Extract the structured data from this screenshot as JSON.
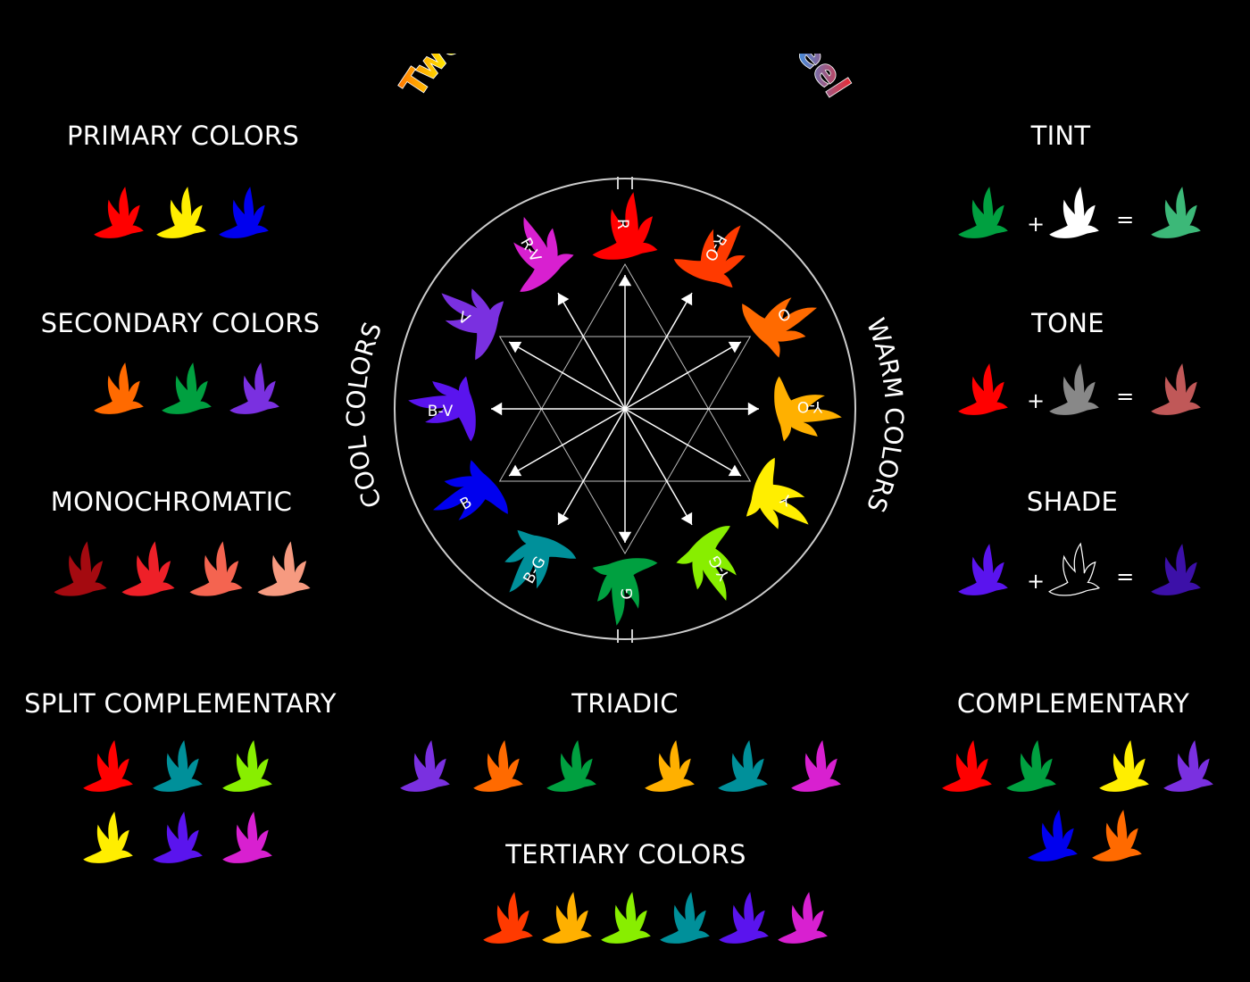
{
  "title": "Twelve Steps Color Wheel",
  "side_labels": {
    "cool": "COOL COLORS",
    "warm": "WARM COLORS"
  },
  "wheel": [
    {
      "label": "R",
      "color": "#ff0000"
    },
    {
      "label": "R-O",
      "color": "#ff3a00"
    },
    {
      "label": "O",
      "color": "#ff6a00"
    },
    {
      "label": "Y-O",
      "color": "#ffb000"
    },
    {
      "label": "Y",
      "color": "#ffee00"
    },
    {
      "label": "Y-G",
      "color": "#88ee00"
    },
    {
      "label": "G",
      "color": "#00a040"
    },
    {
      "label": "B-G",
      "color": "#00909a"
    },
    {
      "label": "B",
      "color": "#0000ee"
    },
    {
      "label": "B-V",
      "color": "#5a14ee"
    },
    {
      "label": "V",
      "color": "#7a30e0"
    },
    {
      "label": "R-V",
      "color": "#d820d0"
    }
  ],
  "sections": {
    "primary": {
      "title": "PRIMARY COLORS",
      "colors": [
        "#ff0000",
        "#ffee00",
        "#0000ee"
      ]
    },
    "secondary": {
      "title": "SECONDARY COLORS",
      "colors": [
        "#ff6a00",
        "#00a040",
        "#7a30e0"
      ]
    },
    "monochromatic": {
      "title": "MONOCHROMATIC",
      "colors": [
        "#a40a10",
        "#ee2028",
        "#f46450",
        "#f69a80"
      ]
    },
    "split_complementary": {
      "title": "SPLIT COMPLEMENTARY",
      "rows": [
        [
          "#ff0000",
          "#00909a",
          "#88ee00"
        ],
        [
          "#ffee00",
          "#5a14ee",
          "#d820d0"
        ]
      ]
    },
    "triadic": {
      "title": "TRIADIC",
      "groups": [
        [
          "#7a30e0",
          "#ff6a00",
          "#00a040"
        ],
        [
          "#ffb000",
          "#00909a",
          "#d820d0"
        ]
      ]
    },
    "tertiary": {
      "title": "TERTIARY COLORS",
      "colors": [
        "#ff3a00",
        "#ffb000",
        "#88ee00",
        "#00909a",
        "#5a14ee",
        "#d820d0"
      ]
    },
    "complementary": {
      "title": "COMPLEMENTARY",
      "rows": [
        [
          [
            "#ff0000",
            "#00a040"
          ],
          [
            "#ffee00",
            "#7a30e0"
          ]
        ],
        [
          [
            "#0000ee",
            "#ff6a00"
          ]
        ]
      ]
    },
    "tint": {
      "title": "TINT",
      "base": "#00a040",
      "mix": "#ffffff",
      "result": "#3cb878",
      "plus": "+",
      "equals": "="
    },
    "tone": {
      "title": "TONE",
      "base": "#ff0000",
      "mix": "#888888",
      "result": "#c05858",
      "plus": "+",
      "equals": "="
    },
    "shade": {
      "title": "SHADE",
      "base": "#5a14ee",
      "mix": "#000000",
      "result": "#3c10a8",
      "plus": "+",
      "equals": "="
    }
  }
}
